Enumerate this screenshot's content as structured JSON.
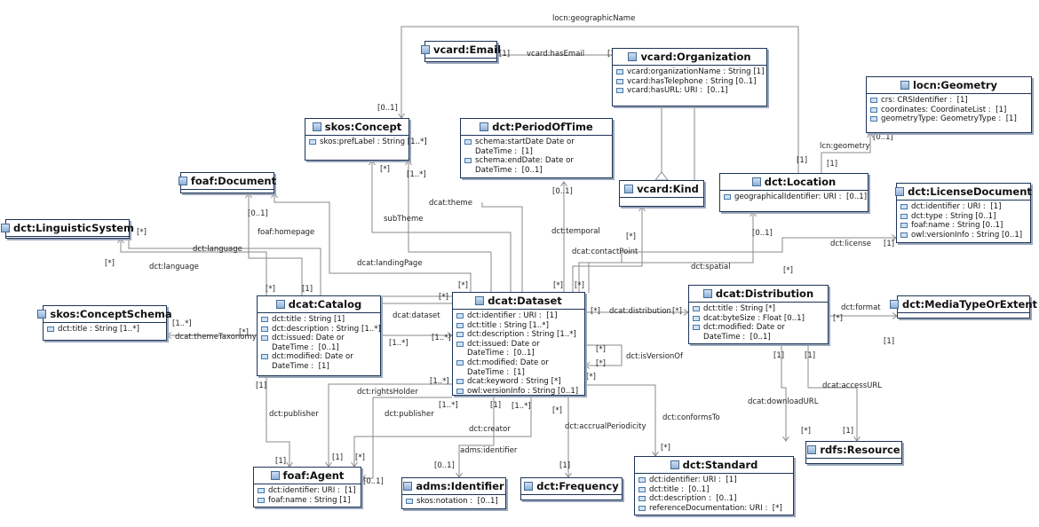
{
  "classes": {
    "vcard_email": {
      "name": "vcard:Email",
      "attributes": []
    },
    "vcard_organization": {
      "name": "vcard:Organization",
      "attributes": [
        "vcard:organizationName : String [1]",
        "vcard:hasTelephone : String [0..1]",
        "vcard:hasURL: URI :  [0..1]"
      ]
    },
    "locn_geometry": {
      "name": "locn:Geometry",
      "attributes": [
        "crs: CRSIdentifier :  [1]",
        "coordinates: CoordinateList :  [1]",
        "geometryType: GeometryType :  [1]"
      ]
    },
    "skos_concept": {
      "name": "skos:Concept",
      "attributes": [
        "skos:prefLabel : String [1..*]"
      ]
    },
    "dct_periodoftime": {
      "name": "dct:PeriodOfTime",
      "attributes": [
        "schema:startDate Date or\nDateTime :  [1]",
        "schema:endDate: Date or\nDateTime :  [0..1]"
      ]
    },
    "foaf_document": {
      "name": "foaf:Document",
      "attributes": []
    },
    "vcard_kind": {
      "name": "vcard:Kind",
      "attributes": []
    },
    "dct_location": {
      "name": "dct:Location",
      "attributes": [
        "geographicalIdentifier: URI :  [0..1]"
      ]
    },
    "dct_licensedocument": {
      "name": "dct:LicenseDocument",
      "attributes": [
        "dct:identifier : URI :  [1]",
        "dct:type : String [0..1]",
        "foaf:name : String [0..1]",
        "owl:versionInfo : String [0..1]"
      ]
    },
    "dct_linguisticsystem": {
      "name": "dct:LinguisticSystem",
      "attributes": []
    },
    "skos_conceptschema": {
      "name": "skos:ConceptSchema",
      "attributes": [
        "dct:title : String [1..*]"
      ]
    },
    "dcat_catalog": {
      "name": "dcat:Catalog",
      "attributes": [
        "dct:title : String [1]",
        "dct:description : String [1..*]",
        "dct:issued: Date or\nDateTime :  [0..1]",
        "dct:modified: Date or\nDateTime :  [1]"
      ]
    },
    "dcat_dataset": {
      "name": "dcat:Dataset",
      "attributes": [
        "dct:identifier : URI :  [1]",
        "dct:title : String [1..*]",
        "dct:description : String [1..*]",
        "dct:issued: Date or\nDateTime :  [0..1]",
        "dct:modified: Date or\nDateTime :  [1]",
        "dcat:keyword : String [*]",
        "owl:versionInfo : String [0..1]"
      ]
    },
    "dcat_distribution": {
      "name": "dcat:Distribution",
      "attributes": [
        "dct:title : String [*]",
        "dcat:byteSize : Float [0..1]",
        "dct:modified: Date or\nDateTime :  [0..1]"
      ]
    },
    "dct_mediatypeorextent": {
      "name": "dct:MediaTypeOrExtent",
      "attributes": []
    },
    "rdfs_resource": {
      "name": "rdfs:Resource",
      "attributes": []
    },
    "foaf_agent": {
      "name": "foaf:Agent",
      "attributes": [
        "dct:identifier: URI :  [1]",
        "foaf:name : String [1]"
      ]
    },
    "adms_identifier": {
      "name": "adms:Identifier",
      "attributes": [
        "skos:notation :  [0..1]"
      ]
    },
    "dct_frequency": {
      "name": "dct:Frequency",
      "attributes": []
    },
    "dct_standard": {
      "name": "dct:Standard",
      "attributes": [
        "dct:identifier: URI :  [1]",
        "dct:title :  [0..1]",
        "dct:description :  [0..1]",
        "referenceDocumentation: URI :  [*]"
      ]
    }
  },
  "labels": [
    "locn:geographicName",
    "[1]",
    "vcard:hasEmail",
    "[1]",
    "[0..1]",
    "[0..1]",
    "lcn:geometry",
    "[1]",
    "[1]",
    "[*]",
    "[1..*]",
    "dcat:theme",
    "[0..1]",
    "[0..1]",
    "subTheme",
    "dcat:contactPoint",
    "[0..1]",
    "[*]",
    "[*]",
    "dct:language",
    "[*]",
    "dct:language",
    "foaf:homepage",
    "dcat:landingPage",
    "dct:temporal",
    "dct:license",
    "[1]",
    "dct:spatial",
    "[*]",
    "[*]",
    "[1]",
    "[*]",
    "[*]",
    "[*]",
    "[*]",
    "[*]",
    "[1..*]",
    "dcat:themeTaxonomy",
    "[*]",
    "dcat:dataset",
    "[1..*]",
    "[1..*]",
    "dcat:distribution",
    "[*]",
    "[*]",
    "dct:format",
    "[*]",
    "[1]",
    "[*]",
    "[*]",
    "dct:isVersionOf",
    "[*]",
    "[1]",
    "[1]",
    "dcat:downloadURL",
    "dcat:accessURL",
    "[*]",
    "[1]",
    "[1]",
    "dct:publisher",
    "dct:rightsHolder",
    "[1..*]",
    "[1..*]",
    "[1]",
    "[1..*]",
    "dct:publisher",
    "dct:creator",
    "adms:identifier",
    "[*]",
    "dct:accrualPeriodicity",
    "dct:conformsTo",
    "[1]",
    "[1]",
    "[*]",
    "[0..1]",
    "[0..1]",
    "[1]",
    "[*]"
  ]
}
